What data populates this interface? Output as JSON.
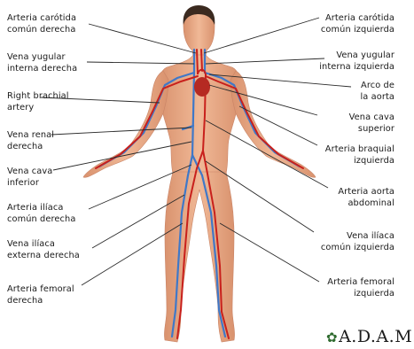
{
  "labels": {
    "left": [
      {
        "line1": "Arteria carótida",
        "line2": "común derecha"
      },
      {
        "line1": "Vena yugular",
        "line2": "interna derecha"
      },
      {
        "line1": "Right brachial",
        "line2": "artery"
      },
      {
        "line1": "Vena renal",
        "line2": "derecha"
      },
      {
        "line1": "Vena cava",
        "line2": "inferior"
      },
      {
        "line1": "Arteria ilíaca",
        "line2": "común derecha"
      },
      {
        "line1": "Vena ilíaca",
        "line2": "externa derecha"
      },
      {
        "line1": "Arteria femoral",
        "line2": "derecha"
      }
    ],
    "right": [
      {
        "line1": "Arteria carótida",
        "line2": "común izquierda"
      },
      {
        "line1": "Vena yugular",
        "line2": "interna izquierda"
      },
      {
        "line1": "Arco de",
        "line2": "la aorta"
      },
      {
        "line1": "Vena cava",
        "line2": "superior"
      },
      {
        "line1": "Arteria braquial",
        "line2": "izquierda"
      },
      {
        "line1": "Arteria aorta",
        "line2": "abdominal"
      },
      {
        "line1": "Vena ilíaca",
        "line2": "común izquierda"
      },
      {
        "line1": "Arteria femoral",
        "line2": "izquierda"
      }
    ]
  },
  "brand": {
    "logo": "A.D.A.M."
  },
  "colors": {
    "artery": "#c8201c",
    "vein": "#3f78c8",
    "skin": "#e8a887",
    "leader": "#2a2a2a"
  }
}
